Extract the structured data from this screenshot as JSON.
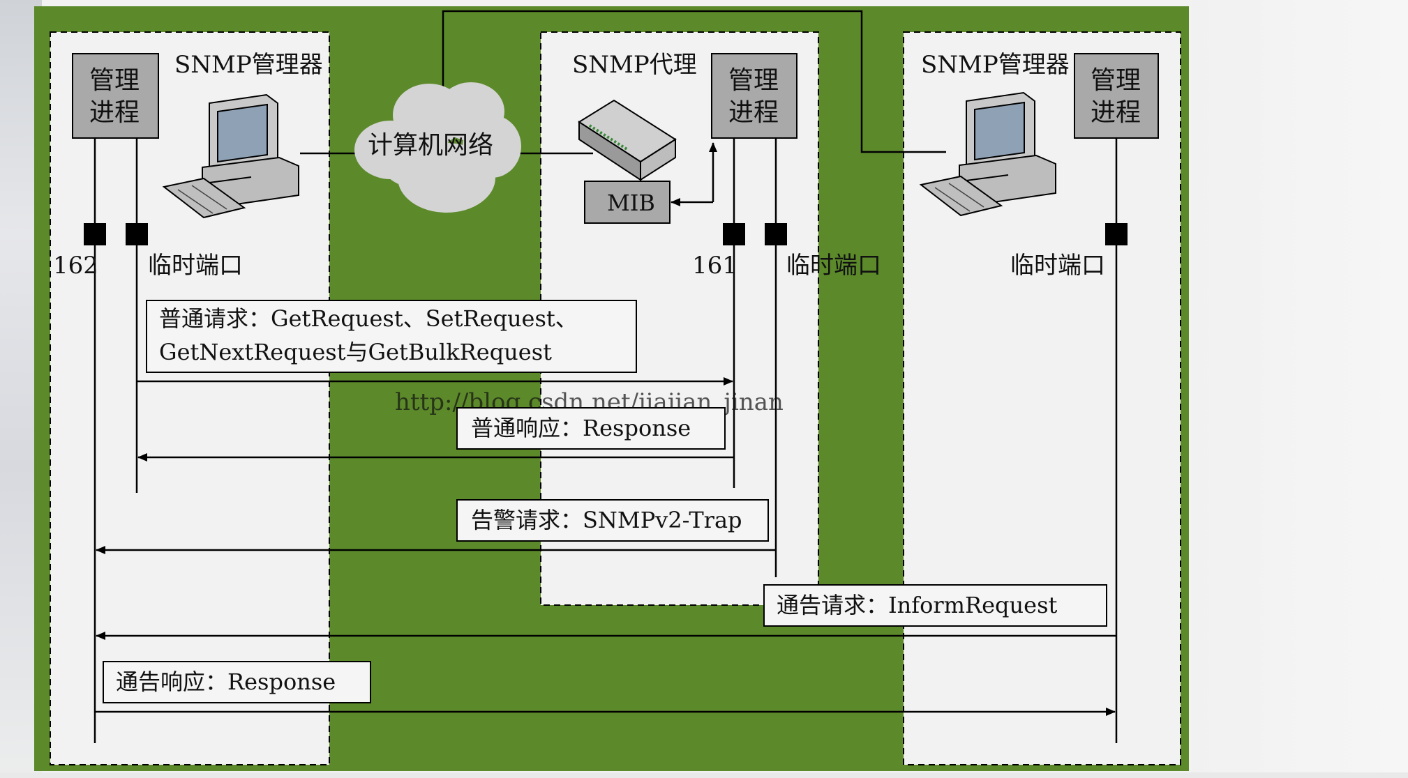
{
  "colors": {
    "background": "#5c8a2a",
    "panel": "#f2f2f2",
    "box_fill": "#a9a9a9",
    "line": "#000000",
    "cloud": "#d4d4d4"
  },
  "manager_left": {
    "title": "SNMP管理器",
    "process_label": [
      "管理",
      "进程"
    ],
    "port_162": "162",
    "temp_port": "临时端口"
  },
  "agent": {
    "title": "SNMP代理",
    "process_label": [
      "管理",
      "进程"
    ],
    "mib_label": "MIB",
    "port_161": "161",
    "temp_port": "临时端口"
  },
  "manager_right": {
    "title": "SNMP管理器",
    "process_label": [
      "管理",
      "进程"
    ],
    "temp_port": "临时端口"
  },
  "network": {
    "label": "计算机网络"
  },
  "messages": {
    "normal_request": [
      "普通请求：GetRequest、SetRequest、",
      "GetNextRequest与GetBulkRequest"
    ],
    "normal_response": "普通响应：Response",
    "trap": "告警请求：SNMPv2-Trap",
    "inform_request": "通告请求：InformRequest",
    "inform_response": "通告响应：Response"
  },
  "watermark": "http://blog.csdn.net/jiajian_jinan"
}
